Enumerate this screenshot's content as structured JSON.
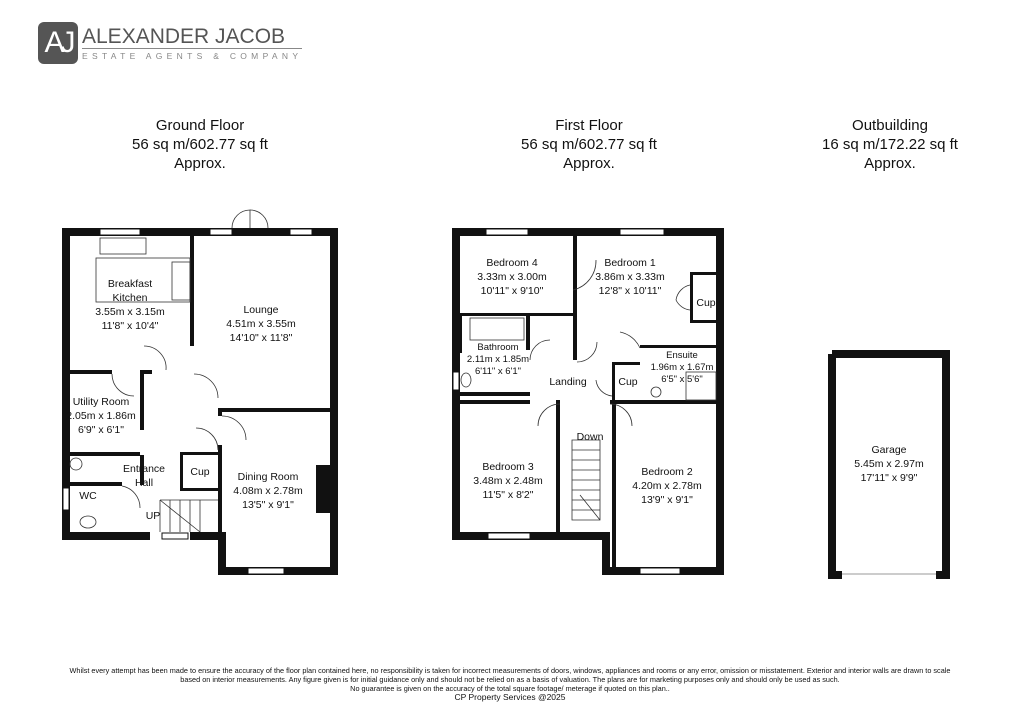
{
  "logo": {
    "mark": "AJ",
    "name": "ALEXANDER JACOB",
    "tagline": "ESTATE AGENTS & COMPANY"
  },
  "floors": [
    {
      "name": "Ground Floor",
      "area": "56 sq m/602.77 sq ft",
      "approx": "Approx."
    },
    {
      "name": "First Floor",
      "area": "56 sq m/602.77 sq ft",
      "approx": "Approx."
    },
    {
      "name": "Outbuilding",
      "area": "16 sq m/172.22 sq ft",
      "approx": "Approx."
    }
  ],
  "ground_rooms": {
    "kitchen": {
      "name1": "Breakfast",
      "name2": "Kitchen",
      "metric": "3.55m x 3.15m",
      "imperial": "11'8\" x 10'4\""
    },
    "lounge": {
      "name": "Lounge",
      "metric": "4.51m x 3.55m",
      "imperial": "14'10\" x 11'8\""
    },
    "utility": {
      "name": "Utility Room",
      "metric": "2.05m x 1.86m",
      "imperial": "6'9\" x 6'1\""
    },
    "hall": {
      "name1": "Entrance",
      "name2": "Hall"
    },
    "wc": {
      "name": "WC"
    },
    "cup": {
      "name": "Cup"
    },
    "up": "UP",
    "dining": {
      "name": "Dining Room",
      "metric": "4.08m x 2.78m",
      "imperial": "13'5\" x 9'1\""
    }
  },
  "first_rooms": {
    "bedroom4": {
      "name": "Bedroom 4",
      "metric": "3.33m x 3.00m",
      "imperial": "10'11\" x 9'10\""
    },
    "bedroom1": {
      "name": "Bedroom 1",
      "metric": "3.86m x 3.33m",
      "imperial": "12'8\" x 10'11\""
    },
    "cup1": {
      "name": "Cup"
    },
    "bathroom": {
      "name": "Bathroom",
      "metric": "2.11m x 1.85m",
      "imperial": "6'11\" x 6'1\""
    },
    "ensuite": {
      "name": "Ensuite",
      "metric": "1.96m x 1.67m",
      "imperial": "6'5\" x 5'6\""
    },
    "landing": {
      "name": "Landing"
    },
    "cup2": {
      "name": "Cup"
    },
    "down": "Down",
    "bedroom3": {
      "name": "Bedroom 3",
      "metric": "3.48m x 2.48m",
      "imperial": "11'5\" x 8'2\""
    },
    "bedroom2": {
      "name": "Bedroom 2",
      "metric": "4.20m x 2.78m",
      "imperial": "13'9\" x 9'1\""
    }
  },
  "outbuilding_rooms": {
    "garage": {
      "name": "Garage",
      "metric": "5.45m x 2.97m",
      "imperial": "17'11\" x 9'9\""
    }
  },
  "disclaimer": [
    "Whilst every attempt has been made to ensure the accuracy of the floor plan contained here, no responsibility is taken for incorrect measurements of doors, windows, appliances and rooms or any error, omission or misstatement. Exterior and interior walls are drawn to scale",
    "based on interior measurements. Any figure given is for initial guidance only and should not be relied on as a basis of valuation. The plans are for marketing purposes only and should only be used as such.",
    "No guarantee is given on the accuracy of the total square footage/ meterage if quoted on this plan..",
    "CP Property Services @2025"
  ]
}
